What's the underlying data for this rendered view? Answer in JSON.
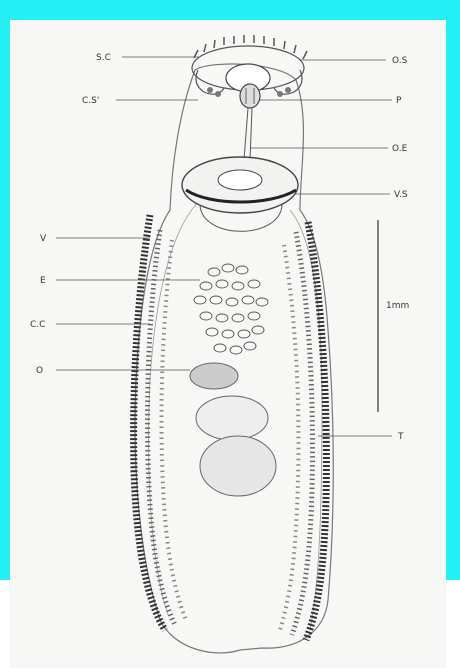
{
  "colors": {
    "frame_accent": "#22f0f4",
    "paper": "#f7f7f5",
    "ink": "#333333"
  },
  "labels": {
    "sucker_cirri_left": "S.C",
    "oral_sucker": "O.S",
    "cephalic_spine": "C.S'",
    "pharynx": "P",
    "oesophagus": "O.E",
    "ventral_sucker": "V.S",
    "vitellaria": "V",
    "egg": "E",
    "cirrus": "C.C",
    "ovary": "O",
    "testis": "T"
  },
  "scale_bar": {
    "label": "1mm"
  }
}
